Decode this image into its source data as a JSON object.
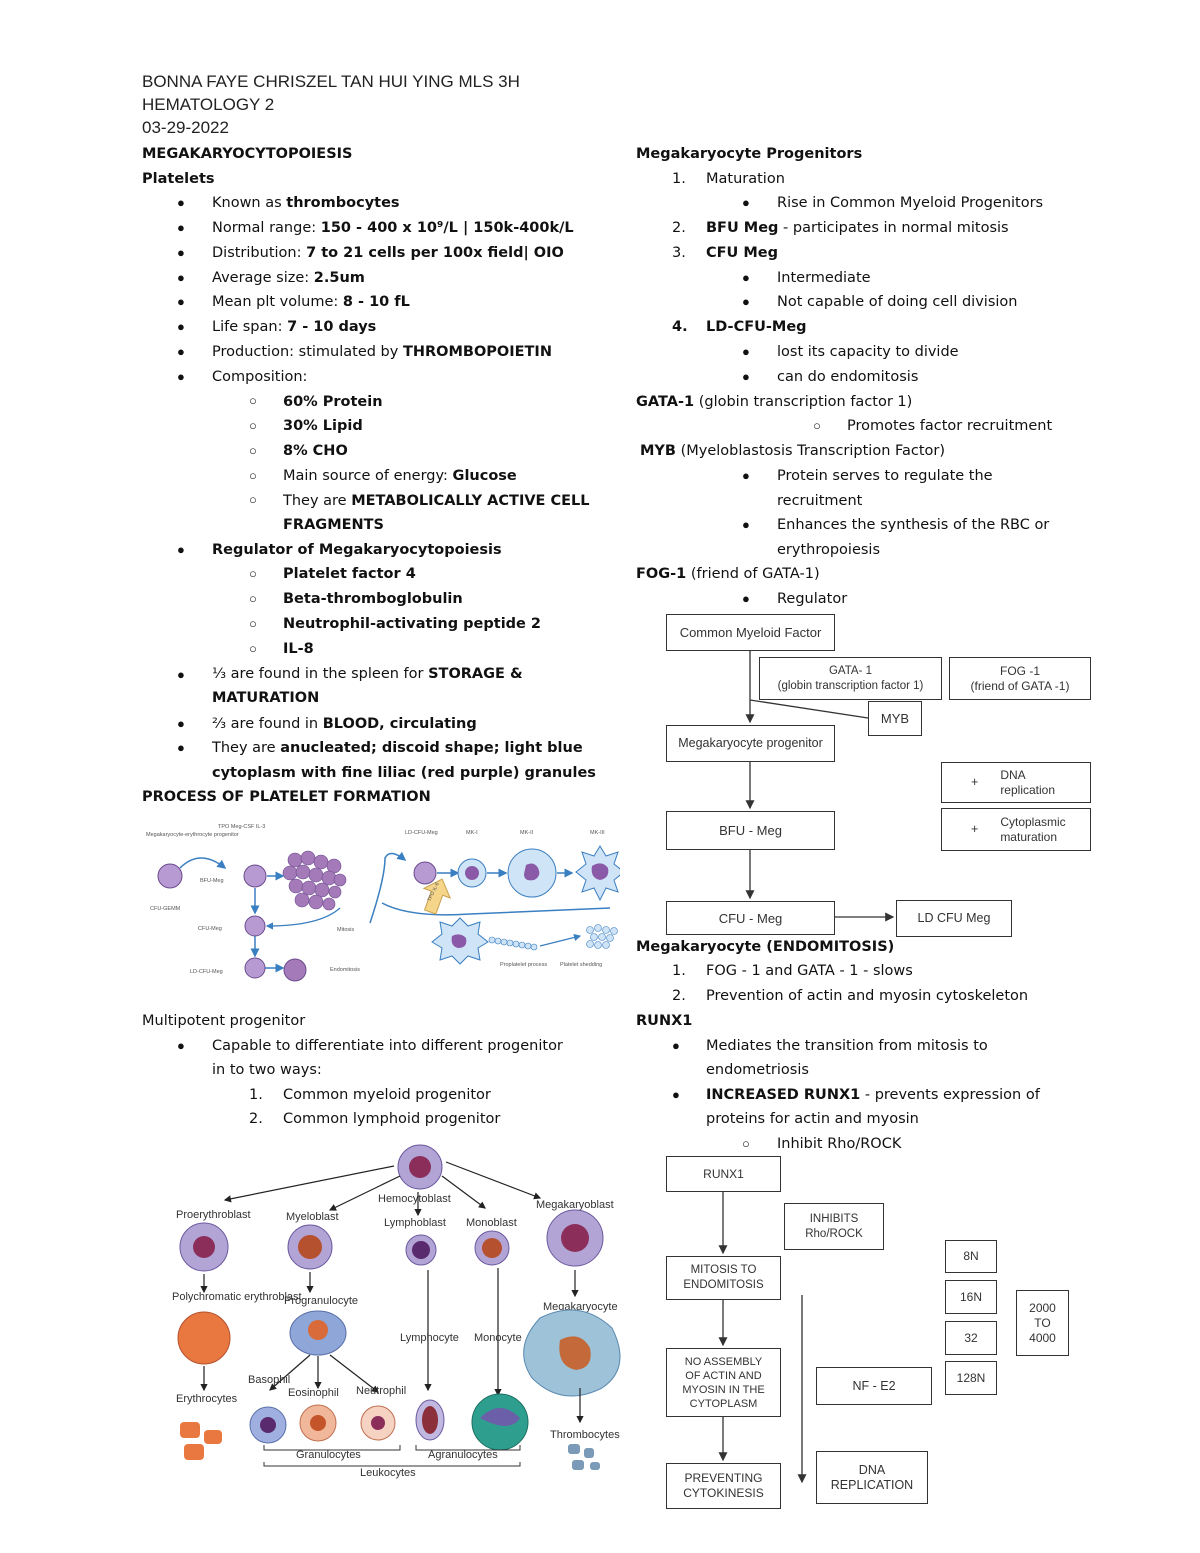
{
  "header": {
    "name": "BONNA FAYE CHRISZEL TAN HUI YING MLS 3H",
    "course": "HEMATOLOGY 2",
    "date": "03-29-2022"
  },
  "left": {
    "title": "MEGAKARYOCYTOPOIESIS",
    "platelets_heading": "Platelets",
    "items": {
      "known_pre": "Known as ",
      "known_b": "thrombocytes",
      "range_pre": "Normal range: ",
      "range_b": "150 - 400 x 10⁹/L | 150k-400k/L",
      "dist_pre": "Distribution: ",
      "dist_b": "7 to 21 cells per 100x field| OIO",
      "avg_pre": "Average size: ",
      "avg_b": "2.5um",
      "mpv_pre": "Mean plt volume: ",
      "mpv_b": "8 - 10 fL",
      "life_pre": "Life span: ",
      "life_b": "7 - 10 days",
      "prod_pre": "Production: stimulated by ",
      "prod_b": "THROMBOPOIETIN",
      "comp": "Composition:",
      "c1": "60% Protein",
      "c2": "30% Lipid",
      "c3": "8% CHO",
      "c4_pre": "Main source of energy: ",
      "c4_b": "Glucose",
      "c5_pre": "They are ",
      "c5_b1": "METABOLICALLY ACTIVE CELL",
      "c5_b2": "FRAGMENTS",
      "reg": "Regulator of Megakaryocytopoiesis",
      "r1": "Platelet factor 4",
      "r2": "Beta-thromboglobulin",
      "r3": "Neutrophil-activating peptide 2",
      "r4": "IL-8",
      "third_pre": "⅓ are found in the spleen for ",
      "third_b": "STORAGE &",
      "third_b2": "MATURATION",
      "twothird_pre": "⅔ are found in ",
      "twothird_b": "BLOOD, circulating",
      "anuc1_pre": "They are ",
      "anuc1_b": "anucleated; discoid shape; light blue",
      "anuc2": "cytoplasm with fine liliac (red purple) granules"
    },
    "process_heading": "PROCESS OF PLATELET FORMATION",
    "multipotent": "Multipotent progenitor",
    "mp1": "Capable to differentiate into different progenitor",
    "mp1b": "in to two ways:",
    "mp_n1": "1.",
    "mp_n2": "2.",
    "mp2": "Common myeloid progenitor",
    "mp3": "Common lymphoid progenitor"
  },
  "process_fig": {
    "a": "Megakaryocyte-erythrocyte progenitor",
    "b": "TPO Meg-CSF IL-3",
    "c": "BFU-Meg",
    "d": "CFU-GEMM",
    "e": "CFU-Meg",
    "f": "Mitosis",
    "g": "LD-CFU-Meg",
    "h": "Endomitosis",
    "i": "LD-CFU-Meg",
    "j": "MK-I",
    "k": "MK-II",
    "l": "MK-III",
    "m": "TPO IL-6",
    "n": "Proplatelet process",
    "o": "Platelet shedding"
  },
  "tree_fig": {
    "hemo": "Hemocytoblast",
    "pro": "Proerythroblast",
    "myelo": "Myeloblast",
    "lympho": "Lymphoblast",
    "mono": "Monoblast",
    "mega": "Megakaryoblast",
    "poly": "Polychromatic erythroblast",
    "progran": "Progranulocyte",
    "megacyte": "Megakaryocyte",
    "lymphocyte": "Lymphocyte",
    "monocyte": "Monocyte",
    "baso": "Basophil",
    "eosino": "Eosinophil",
    "neutro": "Neutrophil",
    "eryth": "Erythrocytes",
    "thromb": "Thrombocytes",
    "gran": "Granulocytes",
    "agran": "Agranulocytes",
    "leuko": "Leukocytes"
  },
  "right": {
    "mp_heading": "Megakaryocyte Progenitors",
    "n1": "1.",
    "maturation": "Maturation",
    "rise": "Rise in Common Myeloid Progenitors",
    "n2": "2.",
    "bfu_b": "BFU Meg",
    "bfu_rest": " - participates in normal mitosis",
    "n3": "3.",
    "cfu_b": "CFU Meg",
    "intermediate": "Intermediate",
    "notcap": "Not capable of doing cell division",
    "n4": "4.",
    "ld_b": "LD-CFU-Meg",
    "lost": "lost its capacity to divide",
    "endo": "can do endomitosis",
    "gata_b": "GATA-1",
    "gata_rest": " (globin transcription factor 1)",
    "promotes": "Promotes factor recruitment",
    "myb_b": "MYB",
    "myb_rest": " (Myeloblastosis Transcription Factor)",
    "myb1": "Protein serves to regulate the",
    "myb1b": "recruitment",
    "myb2": "Enhances the synthesis of the RBC or",
    "myb2b": "erythropoiesis",
    "fog_b": "FOG-1",
    "fog_rest": " (friend of GATA-1)",
    "regulator": "Regulator",
    "mk_endo": "Megakaryocyte (ENDOMITOSIS)",
    "e_n1": "1.",
    "e1": "FOG - 1 and GATA - 1 - slows",
    "e_n2": "2.",
    "e2": "Prevention of actin and myosin cytoskeleton",
    "runx": "RUNX1",
    "runx1": "Mediates the transition from mitosis to",
    "runx1b": "endometriosis",
    "runx2_b": "INCREASED RUNX1",
    "runx2_rest": " - prevents expression of",
    "runx2b": "proteins for actin and myosin",
    "runx3": "Inhibit Rho/ROCK"
  },
  "flow1": {
    "cmf": "Common Myeloid Factor",
    "gata1": "GATA- 1",
    "gata2": "(globin transcription factor 1)",
    "fog1": "FOG -1",
    "fog2": "(friend of GATA -1)",
    "myb": "MYB",
    "mkp": "Megakaryocyte progenitor",
    "dna_plus": "+",
    "dna1": "DNA",
    "dna2": "replication",
    "cyto_plus": "+",
    "cyto1": "Cytoplasmic",
    "cyto2": "maturation",
    "bfu": "BFU - Meg",
    "cfu": "CFU - Meg",
    "ld": "LD CFU Meg"
  },
  "flow2": {
    "runx": "RUNX1",
    "inh1": "INHIBITS",
    "inh2": "Rho/ROCK",
    "mit1": "MITOSIS TO",
    "mit2": "ENDOMITOSIS",
    "noa1": "NO ASSEMBLY",
    "noa2": "OF ACTIN AND",
    "noa3": "MYOSIN IN THE",
    "noa4": "CYTOPLASM",
    "prev1": "PREVENTING",
    "prev2": "CYTOKINESIS",
    "nf": "NF - E2",
    "dna1": "DNA",
    "dna2": "REPLICATION",
    "p8": "8N",
    "p16": "16N",
    "p32": "32",
    "p128": "128N",
    "r1": "2000",
    "r2": "TO",
    "r3": "4000"
  }
}
